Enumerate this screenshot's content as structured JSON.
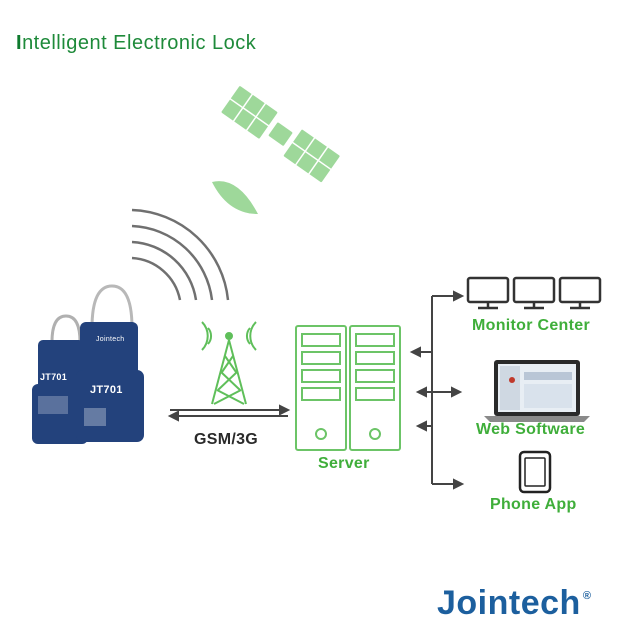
{
  "title": {
    "lead": "I",
    "rest": "ntelligent Electronic Lock"
  },
  "labels": {
    "network": "GSM/3G",
    "server": "Server",
    "monitor_center": "Monitor Center",
    "web_software": "Web Software",
    "phone_app": "Phone App"
  },
  "device": {
    "model_a": "JT701",
    "model_b": "JT701",
    "brand_small": "Jointech"
  },
  "brand": {
    "name": "Jointech",
    "reg": "®"
  },
  "colors": {
    "green": "#3fae3a",
    "title_green": "#1e8a3a",
    "brand_blue": "#1c5f9e",
    "device_blue": "#23427c"
  }
}
